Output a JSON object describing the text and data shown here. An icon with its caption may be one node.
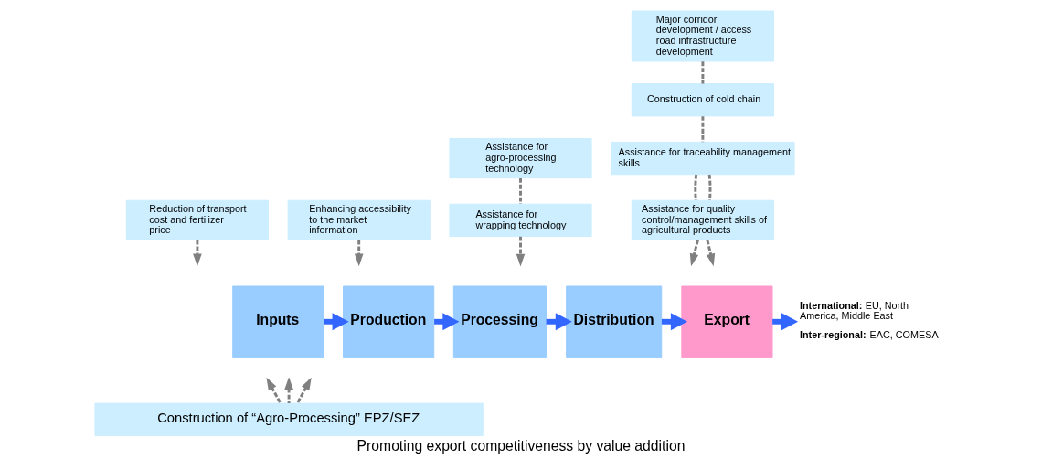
{
  "diagram": {
    "caption": "Promoting export competitiveness by value addition",
    "nodes": [
      {
        "text": [
          "Inputs"
        ]
      },
      {
        "text": [
          "Production"
        ]
      },
      {
        "text": [
          "Processing"
        ]
      },
      {
        "text": [
          "Distribution"
        ]
      },
      {
        "text": [
          "Export"
        ]
      },
      {
        "text": [
          "Reduction of transport cost and fertilizer price"
        ]
      },
      {
        "text": [
          "Enhancing accessibility to the market information"
        ]
      },
      {
        "text": [
          "Assistance for agro-processing technology"
        ]
      },
      {
        "text": [
          "Assistance for wrapping technology"
        ]
      },
      {
        "text": [
          "Major corridor development / access road infrastructure development"
        ]
      },
      {
        "text": [
          "Construction of cold chain"
        ]
      },
      {
        "text": [
          "Assistance for traceability management skills"
        ]
      },
      {
        "text": [
          "Assistance for quality control/management skills of agricultural products"
        ]
      },
      {
        "text": [
          "Construction of “Agro-Processing” EPZ/SEZ"
        ]
      },
      {
        "text": [
          "**International:** EU, North America, Middle East",
          "**Inter-regional:** EAC, COMESA"
        ]
      }
    ],
    "edges": [
      {
        "from": 0,
        "to": 1,
        "arrow": "to",
        "style": "thick",
        "color": "#3366ff"
      },
      {
        "from": 1,
        "to": 2,
        "arrow": "to",
        "style": "thick",
        "color": "#3366ff"
      },
      {
        "from": 2,
        "to": 3,
        "arrow": "to",
        "style": "thick",
        "color": "#3366ff"
      },
      {
        "from": 3,
        "to": 4,
        "arrow": "to",
        "style": "thick",
        "color": "#3366ff"
      },
      {
        "from": 4,
        "to": 14,
        "arrow": "to",
        "style": "thick",
        "color": "#3366ff"
      },
      {
        "from": 5,
        "to": null,
        "arrow": "to",
        "style": "dashed"
      },
      {
        "from": 6,
        "to": null,
        "arrow": "to",
        "style": "dashed"
      },
      {
        "from": 7,
        "to": 8,
        "arrow": "none",
        "style": "dashed"
      },
      {
        "from": 8,
        "to": null,
        "arrow": "to",
        "style": "dashed"
      },
      {
        "from": 9,
        "to": 10,
        "arrow": "none",
        "style": "dashed"
      },
      {
        "from": 10,
        "to": 11,
        "arrow": "none",
        "style": "dashed"
      },
      {
        "from": 11,
        "to": 12,
        "arrow": "none",
        "style": "dashed"
      },
      {
        "from": 11,
        "to": 12,
        "arrow": "none",
        "style": "dashed"
      },
      {
        "from": 12,
        "to": null,
        "arrow": "to",
        "style": "dashed"
      },
      {
        "from": 12,
        "to": null,
        "arrow": "to",
        "style": "dashed"
      },
      {
        "from": 13,
        "to": null,
        "arrow": "to",
        "style": "dashed"
      },
      {
        "from": 13,
        "to": null,
        "arrow": "to",
        "style": "dashed"
      },
      {
        "from": 13,
        "to": null,
        "arrow": "to",
        "style": "dashed"
      }
    ]
  }
}
